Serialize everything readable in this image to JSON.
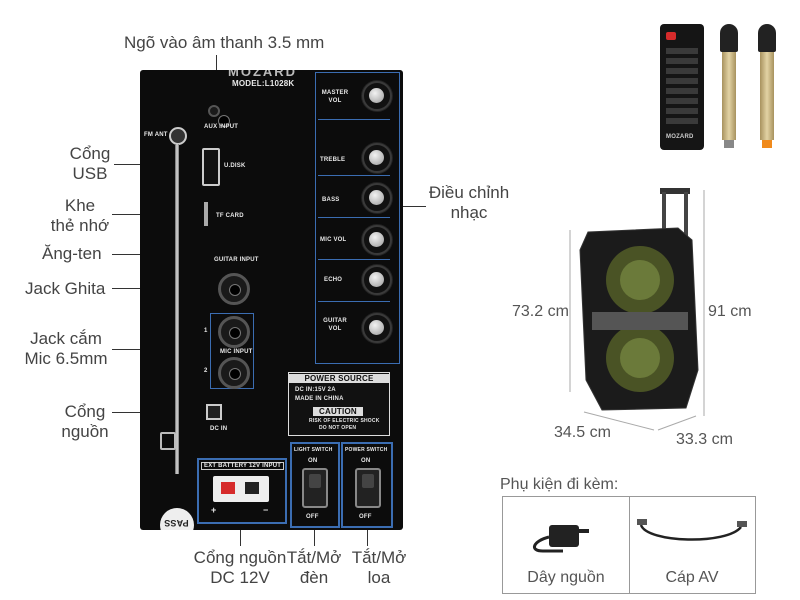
{
  "callouts": {
    "aux": "Ngõ vào âm thanh 3.5 mm",
    "usb": [
      "Cổng",
      "USB"
    ],
    "memory": [
      "Khe",
      "thẻ nhớ"
    ],
    "antenna": "Ăng-ten",
    "guitar": "Jack Ghita",
    "mic": [
      "Jack cắm",
      "Mic 6.5mm"
    ],
    "power": [
      "Cổng",
      "nguồn"
    ],
    "dc": [
      "Cổng nguồn",
      "DC 12V"
    ],
    "light": [
      "Tắt/Mở",
      "đèn"
    ],
    "speaker": [
      "Tắt/Mở",
      "loa"
    ],
    "music": [
      "Điều chỉnh",
      "nhạc"
    ]
  },
  "panel": {
    "brand": "MOZARD",
    "model": "MODEL:L1028K",
    "aux_label": "AUX INPUT",
    "fm_label": "FM ANT",
    "udisk_label": "U.DISK",
    "tf_label": "TF CARD",
    "guitar_label": "GUITAR INPUT",
    "mic_label": "MIC INPUT",
    "mic1": "1",
    "mic2": "2",
    "dc_in_label": "DC IN",
    "controls": [
      "MASTER VOL",
      "TREBLE",
      "BASS",
      "MIC VOL",
      "ECHO",
      "GUITAR VOL"
    ],
    "power_source": "POWER SOURCE",
    "dc_spec": "DC IN:15V 2A",
    "made_in": "MADE IN CHINA",
    "caution": "CAUTION",
    "caution_line1": "RISK OF ELECTRIC SHOCK",
    "caution_line2": "DO NOT OPEN",
    "battery_label": "EXT BATTERY 12V INPUT",
    "plus": "+",
    "minus": "−",
    "light_switch": "LIGHT SWITCH",
    "power_switch": "POWER SWITCH",
    "on": "ON",
    "off": "OFF",
    "pass": "PASS"
  },
  "dimensions": {
    "height_body": "73.2 cm",
    "height_total": "91 cm",
    "width": "34.5 cm",
    "depth": "33.3 cm"
  },
  "remote_brand": "MOZARD",
  "accessories": {
    "title": "Phụ kiện đi kèm:",
    "items": [
      "Dây nguồn",
      "Cáp AV"
    ]
  },
  "colors": {
    "accent_blue": "#3b6db2",
    "mic_gold": "#c9b27a",
    "mic_orange": "#f08a1c",
    "speaker_green": "#6b7a3a"
  }
}
